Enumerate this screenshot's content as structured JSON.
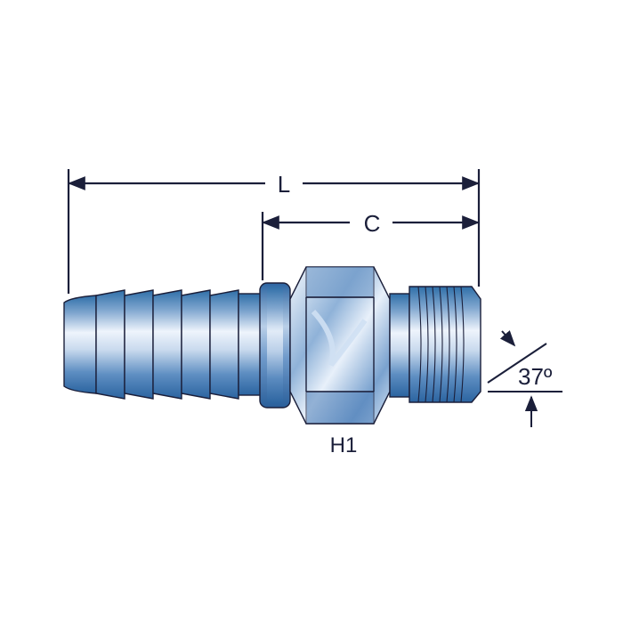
{
  "diagram": {
    "dimensions": {
      "overall_length_label": "L",
      "center_length_label": "C",
      "hex_label": "H1",
      "flare_angle_label": "37º"
    },
    "colors": {
      "line": "#1b1f3a",
      "metal_dark": "#2f6fa8",
      "metal_mid": "#7fa6cf",
      "metal_light": "#e9f1fb",
      "background": "#ffffff"
    }
  }
}
